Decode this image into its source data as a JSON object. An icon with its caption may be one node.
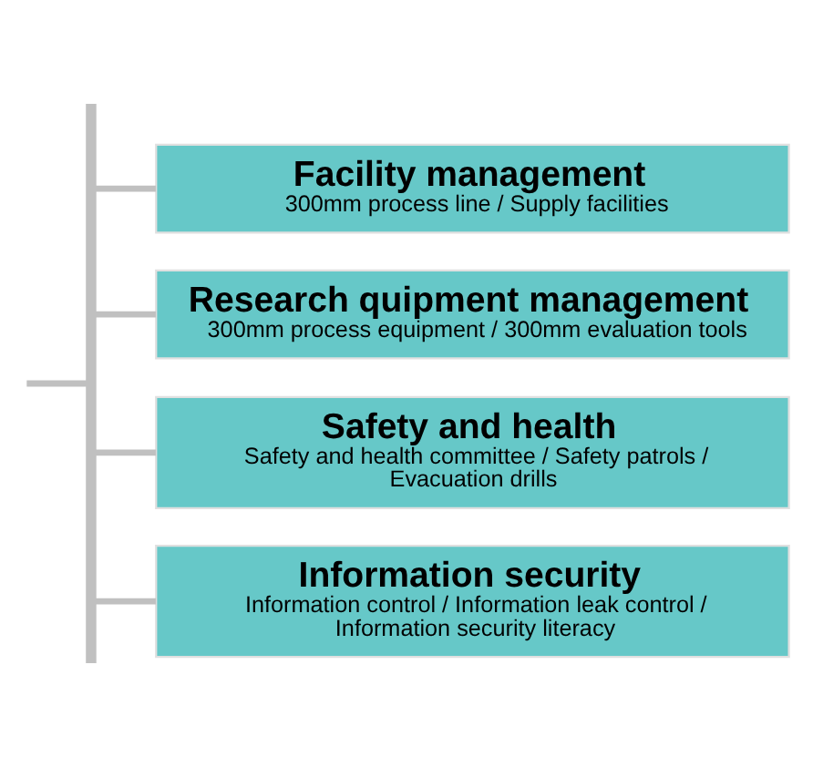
{
  "diagram": {
    "nodes": [
      {
        "text": [],
        "shape": "bar"
      },
      {
        "text": [
          "Facility management",
          "300mm process line / Supply facilities"
        ]
      },
      {
        "text": [
          "Research quipment management",
          "300mm process equipment / 300mm evaluation tools"
        ]
      },
      {
        "text": [
          "Safety and health",
          "Safety and health committee / Safety patrols / Evacuation drills"
        ]
      },
      {
        "text": [
          "Information security",
          "Information control / Information leak control / Information security literacy"
        ]
      }
    ],
    "edges": [
      {
        "from": null,
        "to": 0,
        "arrow": "none"
      },
      {
        "from": 0,
        "to": 1,
        "arrow": "none"
      },
      {
        "from": 0,
        "to": 2,
        "arrow": "none"
      },
      {
        "from": 0,
        "to": 3,
        "arrow": "none"
      },
      {
        "from": 0,
        "to": 4,
        "arrow": "none"
      }
    ]
  }
}
